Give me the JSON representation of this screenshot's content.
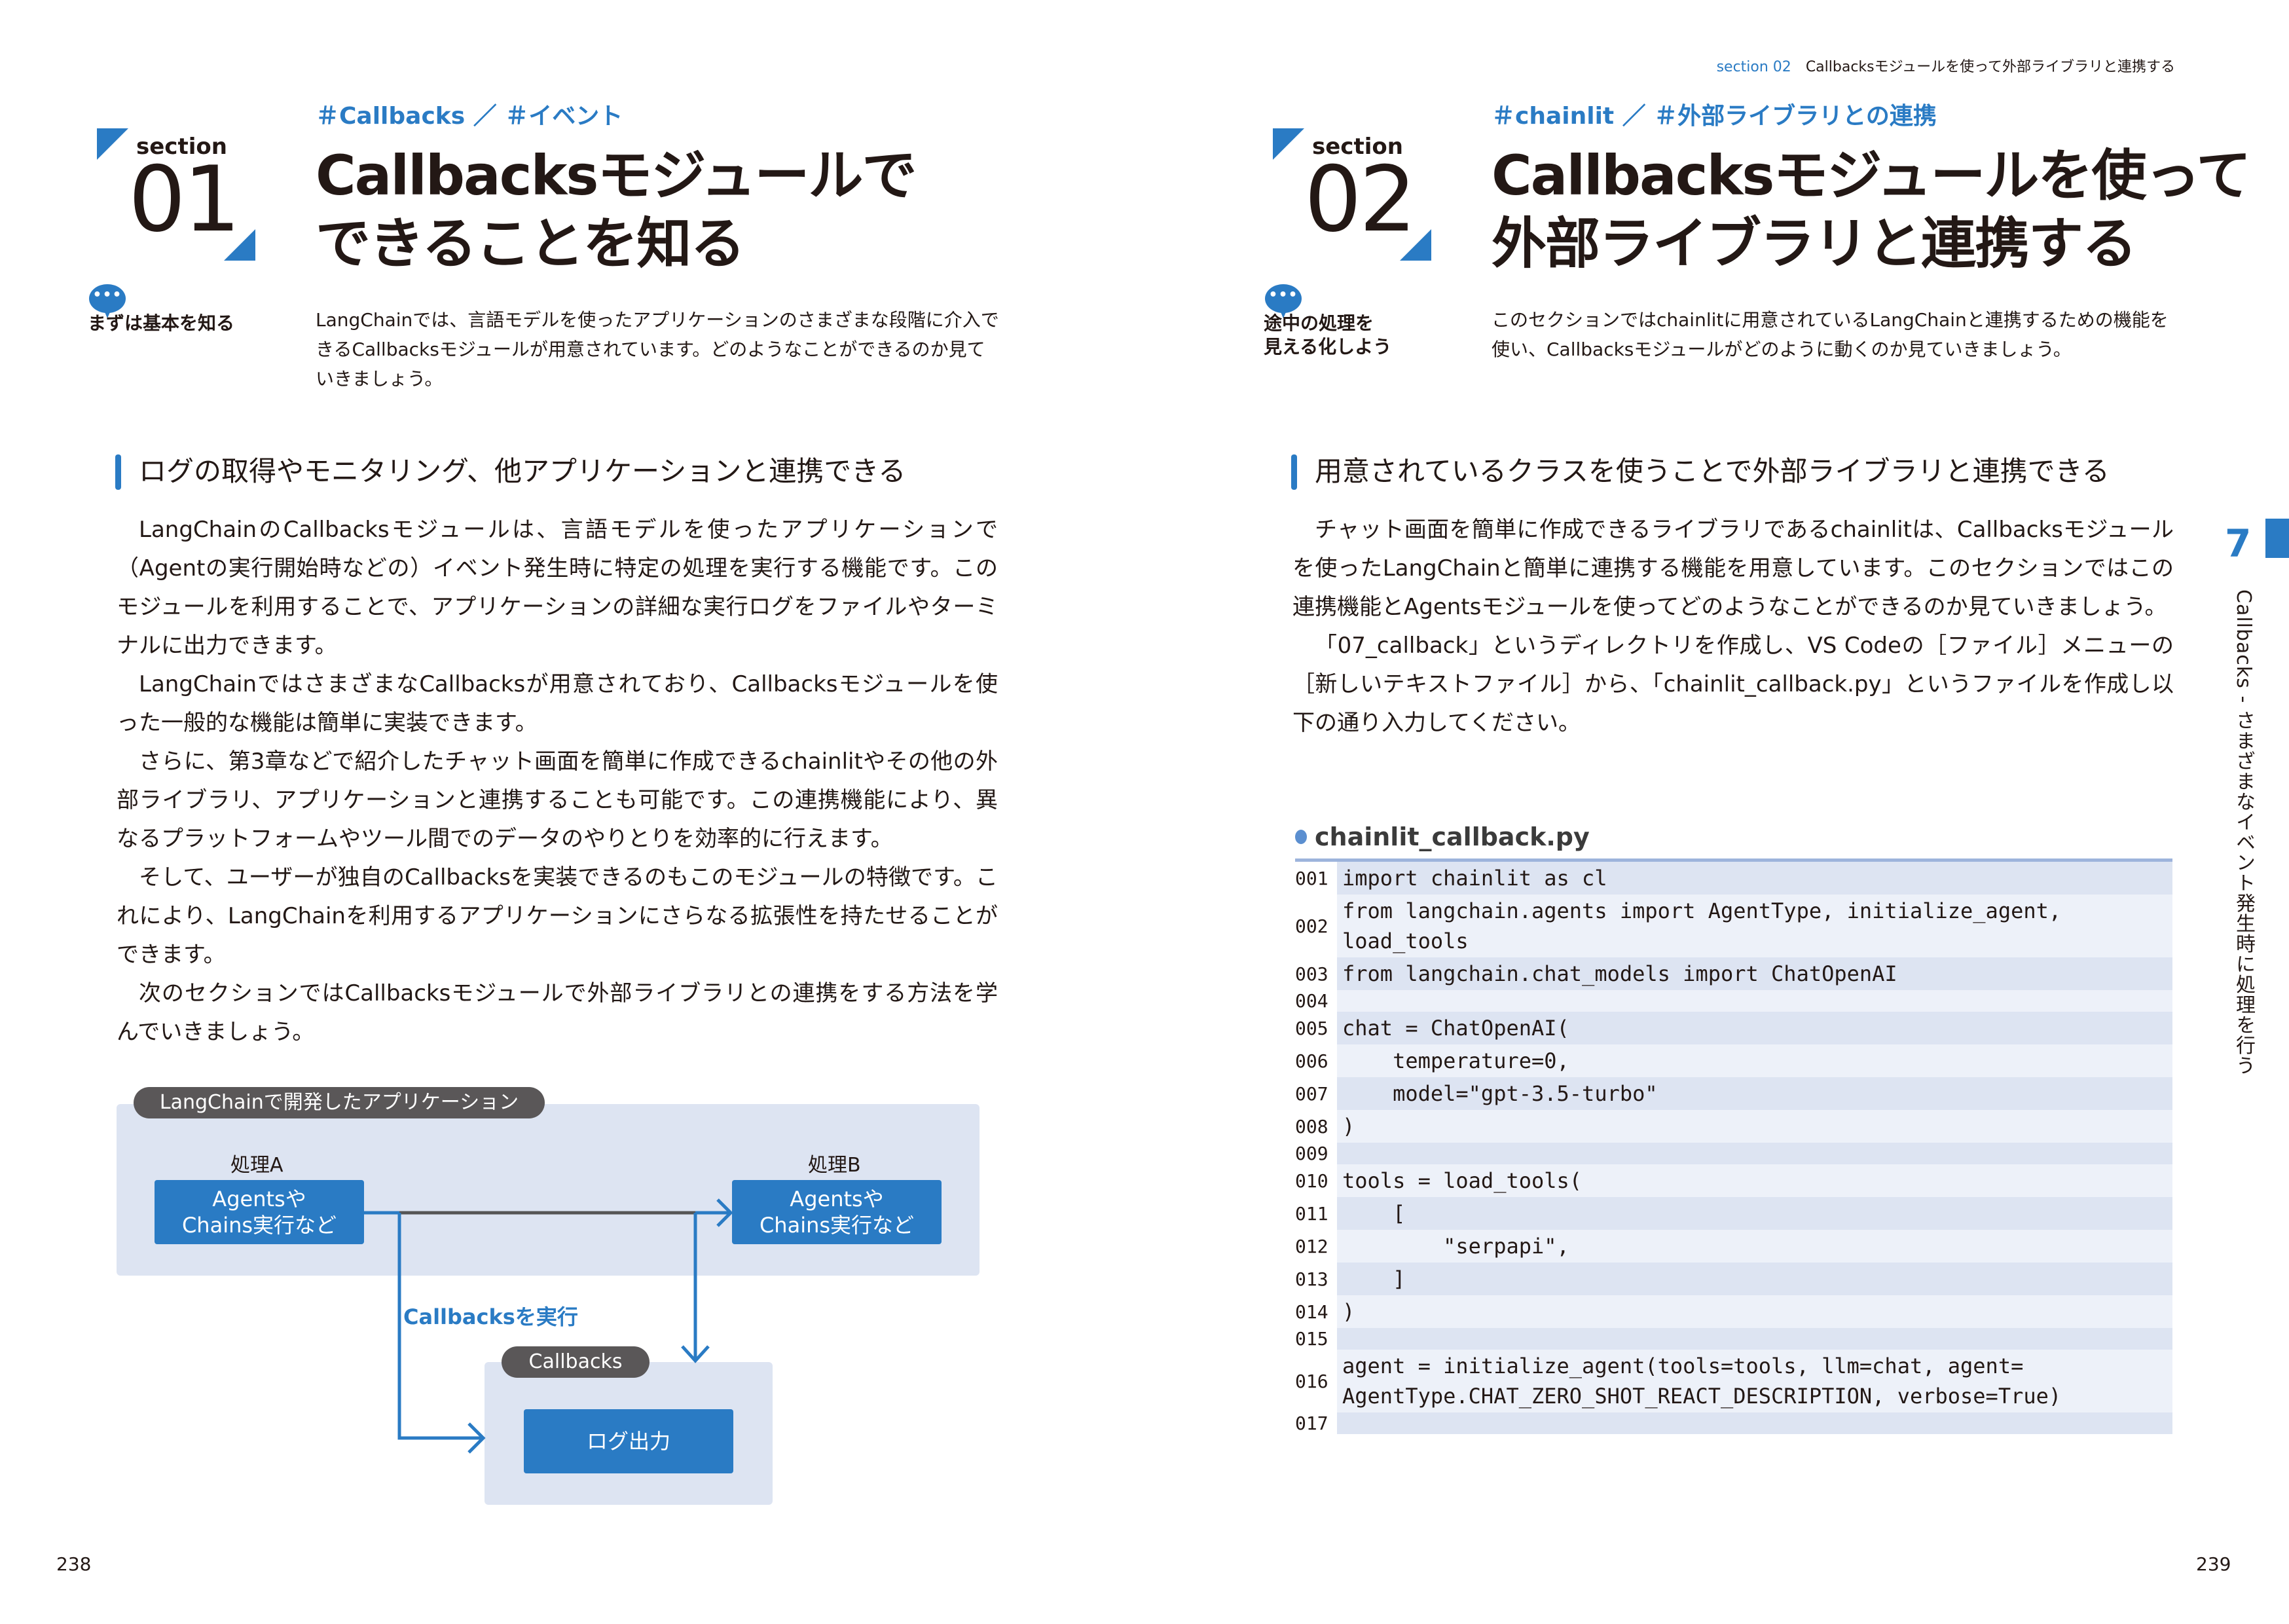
{
  "running_header": {
    "section": "section 02",
    "title": "Callbacksモジュールを使って外部ライブラリと連携する"
  },
  "left_page": {
    "page_number": "238",
    "section_badge": {
      "word": "section",
      "number": "01"
    },
    "hashtags": "＃Callbacks ／ ＃イベント",
    "title_lines": [
      "Callbacksモジュールで",
      "できることを知る"
    ],
    "lead_label": "まずは基本を知る",
    "lead_text": "LangChainでは、言語モデルを使ったアプリケーションのさまざまな段階に介入できるCallbacksモジュールが用意されています。どのようなことができるのか見ていきましょう。",
    "heading": "ログの取得やモニタリング、他アプリケーションと連携できる",
    "paragraphs": [
      "LangChainのCallbacksモジュールは、言語モデルを使ったアプリケーションで（Agentの実行開始時などの）イベント発生時に特定の処理を実行する機能です。このモジュールを利用することで、アプリケーションの詳細な実行ログをファイルやターミナルに出力できます。",
      "LangChainではさまざまなCallbacksが用意されており、Callbacksモジュールを使った一般的な機能は簡単に実装できます。",
      "さらに、第3章などで紹介したチャット画面を簡単に作成できるchainlitやその他の外部ライブラリ、アプリケーションと連携することも可能です。この連携機能により、異なるプラットフォームやツール間でのデータのやりとりを効率的に行えます。",
      "そして、ユーザーが独自のCallbacksを実装できるのもこのモジュールの特徴です。これにより、LangChainを利用するアプリケーションにさらなる拡張性を持たせることができます。",
      "次のセクションではCallbacksモジュールで外部ライブラリとの連携をする方法を学んでいきましょう。"
    ],
    "diagram": {
      "app_label": "LangChainで開発したアプリケーション",
      "process_a": {
        "label": "処理A",
        "box_line1": "Agentsや",
        "box_line2": "Chains実行など"
      },
      "process_b": {
        "label": "処理B",
        "box_line1": "Agentsや",
        "box_line2": "Chains実行など"
      },
      "callback_arrow_label": "Callbacksを実行",
      "callbacks_label": "Callbacks",
      "log_output": "ログ出力",
      "colors": {
        "accent": "#2a7bc4",
        "panel": "#dde4f2",
        "pill": "#5a5758",
        "main_line": "#555555"
      }
    }
  },
  "right_page": {
    "page_number": "239",
    "section_badge": {
      "word": "section",
      "number": "02"
    },
    "hashtags": "＃chainlit ／ ＃外部ライブラリとの連携",
    "title_lines": [
      "Callbacksモジュールを使って",
      "外部ライブラリと連携する"
    ],
    "lead_label_lines": [
      "途中の処理を",
      "見える化しよう"
    ],
    "lead_text": "このセクションではchainlitに用意されているLangChainと連携するための機能を使い、Callbacksモジュールがどのように動くのか見ていきましょう。",
    "heading": "用意されているクラスを使うことで外部ライブラリと連携できる",
    "paragraphs": [
      "チャット画面を簡単に作成できるライブラリであるchainlitは、Callbacksモジュールを使ったLangChainと簡単に連携する機能を用意しています。このセクションではこの連携機能とAgentsモジュールを使ってどのようなことができるのか見ていきましょう。",
      "「07_callback」というディレクトリを作成し、VS Codeの［ファイル］メニューの［新しいテキストファイル］から、「chainlit_callback.py」というファイルを作成し以下の通り入力してください。"
    ],
    "code": {
      "filename": "chainlit_callback.py",
      "lines": [
        {
          "n": "001",
          "text": "import chainlit as cl"
        },
        {
          "n": "002",
          "text": "from langchain.agents import AgentType, initialize_agent,\nload_tools"
        },
        {
          "n": "003",
          "text": "from langchain.chat_models import ChatOpenAI"
        },
        {
          "n": "004",
          "text": ""
        },
        {
          "n": "005",
          "text": "chat = ChatOpenAI("
        },
        {
          "n": "006",
          "text": "    temperature=0,"
        },
        {
          "n": "007",
          "text": "    model=\"gpt-3.5-turbo\""
        },
        {
          "n": "008",
          "text": ")"
        },
        {
          "n": "009",
          "text": ""
        },
        {
          "n": "010",
          "text": "tools = load_tools("
        },
        {
          "n": "011",
          "text": "    ["
        },
        {
          "n": "012",
          "text": "        \"serpapi\","
        },
        {
          "n": "013",
          "text": "    ]"
        },
        {
          "n": "014",
          "text": ")"
        },
        {
          "n": "015",
          "text": ""
        },
        {
          "n": "016",
          "text": "agent = initialize_agent(tools=tools, llm=chat, agent=\nAgentType.CHAT_ZERO_SHOT_REACT_DESCRIPTION, verbose=True)"
        },
        {
          "n": "017",
          "text": ""
        }
      ]
    },
    "chapter_tab": {
      "number": "7",
      "text": "Callbacks - さまざまなイベント発生時に処理を行う"
    }
  }
}
